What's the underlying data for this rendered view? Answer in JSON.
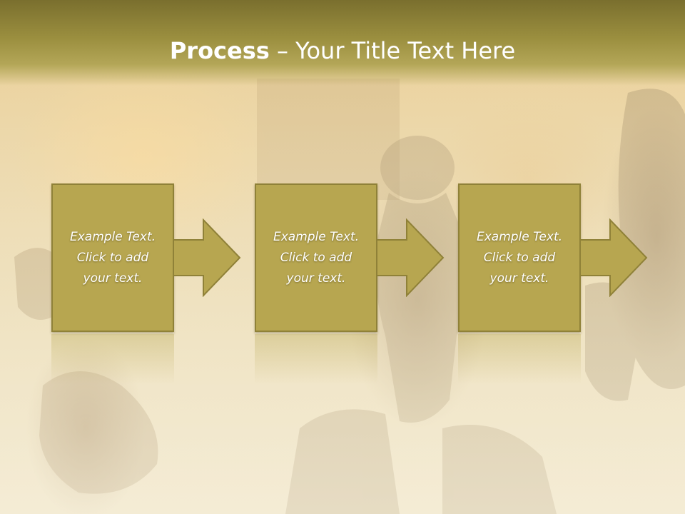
{
  "title": {
    "bold": "Process",
    "rest": " – Your Title Text Here"
  },
  "steps": [
    {
      "text": "Example Text.\nClick  to add\nyour text."
    },
    {
      "text": "Example Text.\nClick  to add\nyour text."
    },
    {
      "text": "Example Text.\nClick  to add\nyour text."
    }
  ],
  "colors": {
    "title_band": "#9b8f3f",
    "box_fill": "#b7a650",
    "box_border": "#8f8138",
    "text": "#ffffff"
  }
}
